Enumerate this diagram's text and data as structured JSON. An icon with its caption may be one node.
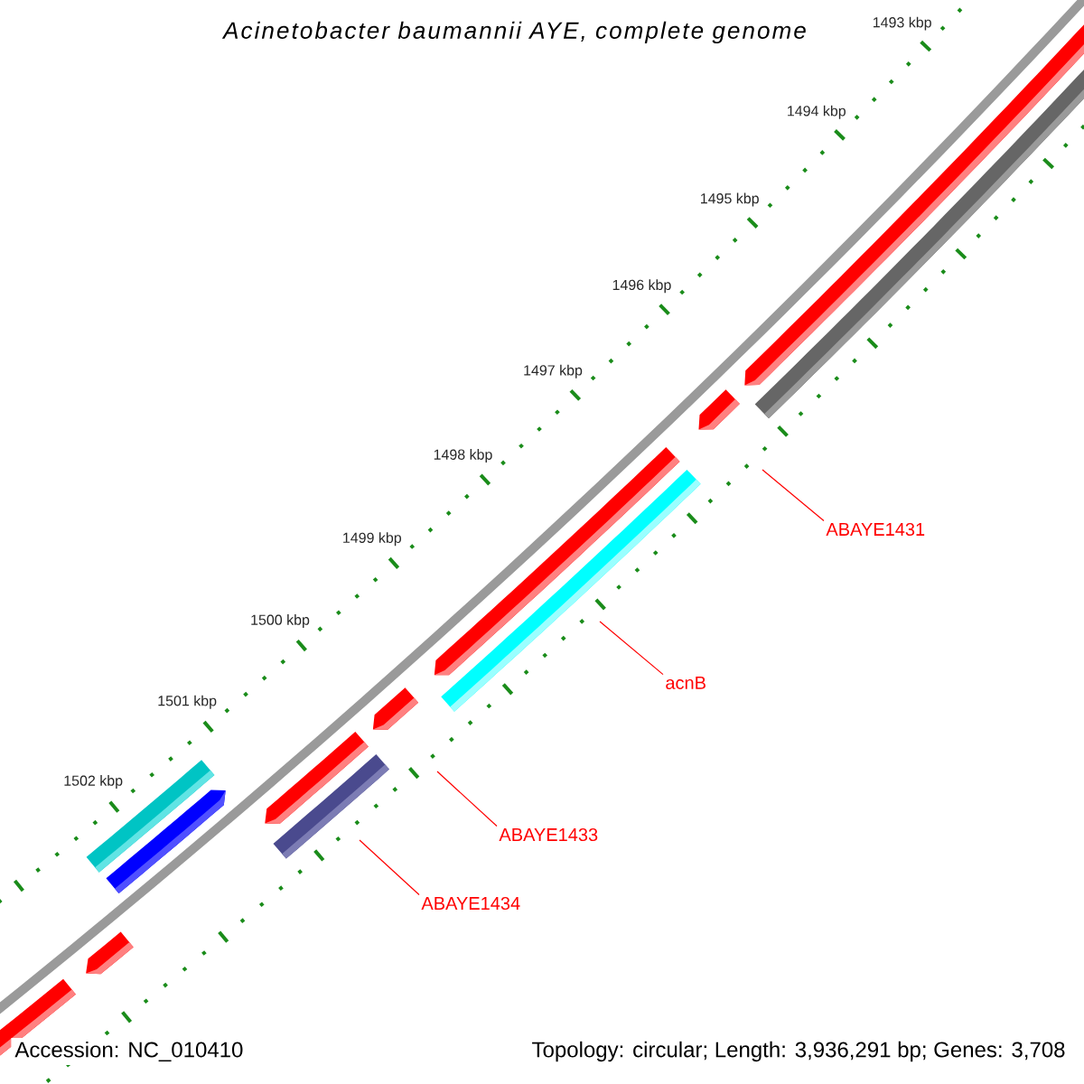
{
  "diagram": {
    "title": "Acinetobacter baumannii AYE, complete genome",
    "nodes": [
      {
        "text": [
          "ABAYE1431"
        ]
      },
      {
        "text": [
          "acnB"
        ]
      },
      {
        "text": [
          "ABAYE1433"
        ]
      },
      {
        "text": [
          "ABAYE1434"
        ]
      }
    ],
    "edges": [
      {
        "from": 0,
        "to": null,
        "arrow": "none"
      },
      {
        "from": 1,
        "to": null,
        "arrow": "none"
      },
      {
        "from": 2,
        "to": null,
        "arrow": "none"
      },
      {
        "from": 3,
        "to": null,
        "arrow": "none"
      }
    ],
    "labels": [
      "1493 kbp",
      "1494 kbp",
      "1495 kbp",
      "1496 kbp",
      "1497 kbp",
      "1498 kbp",
      "1499 kbp",
      "1500 kbp",
      "1501 kbp",
      "1502 kbp",
      "Accession: NC_010410",
      "Topology: circular; Length: 3,936,291 bp; Genes: 3,708"
    ]
  }
}
